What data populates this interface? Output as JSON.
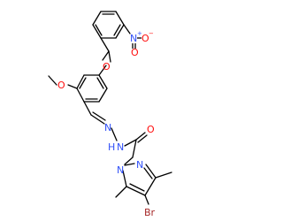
{
  "molecule": {
    "atom_labels": {
      "nitro_n": "N",
      "nitro_plus": "+",
      "nitro_o_top": "O",
      "nitro_o_bottom": "O",
      "nitro_minus": "−",
      "ester_carbonyl_o": "O",
      "ester_link_o": "O",
      "methoxy_o": "O",
      "imine_n": "N",
      "amide_n": "N",
      "amide_h": "H",
      "amide_carbonyl_o": "O",
      "pyrazole_n1": "N",
      "pyrazole_n2": "N",
      "bromo": "Br"
    },
    "colors": {
      "bond": "#000000",
      "nitrogen": "#3050F8",
      "oxygen": "#FF0D0D",
      "bromine": "#A62929"
    }
  }
}
